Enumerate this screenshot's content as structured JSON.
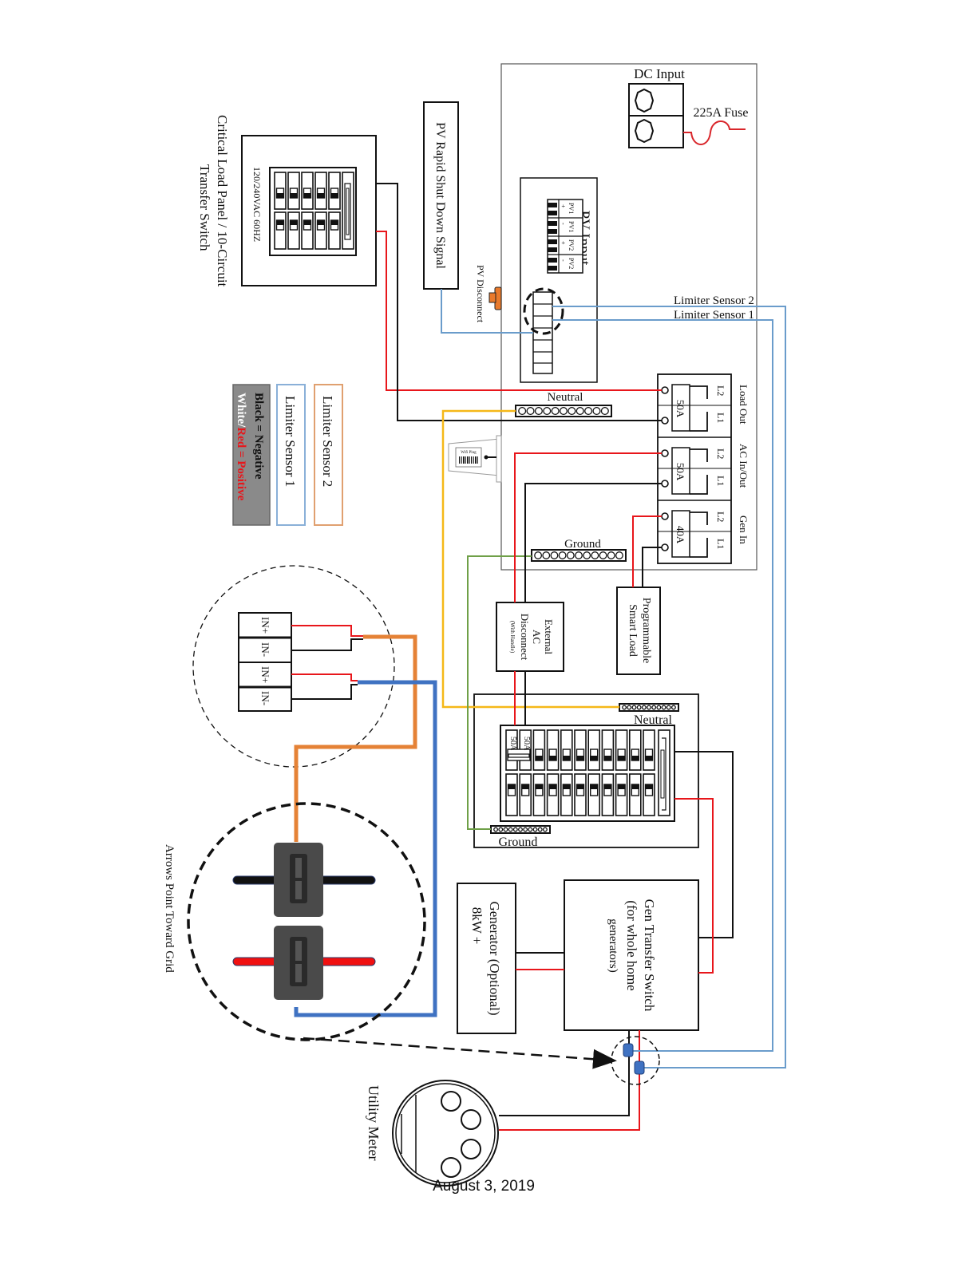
{
  "diagram": {
    "type": "wiring-diagram",
    "date": "August 3, 2019",
    "colors": {
      "positive_wire": "#e8161b",
      "negative_wire": "#111111",
      "neutral_wire": "#f5b818",
      "ground_wire": "#6fa048",
      "limiter_sensor_1": "#6a9ccb",
      "limiter_sensor_2": "#6a9ccb",
      "ct_orange": "#e58236",
      "ct_blue": "#3f72c2",
      "fuse": "#d9262b",
      "pv_disconnect": "#e97a2c",
      "legend_bg": "#8a8a8a"
    },
    "inverter": {
      "dc_input_label": "DC Input",
      "fuse_label": "225A Fuse",
      "pv_input_label": "PV Input",
      "pv_terminals": [
        {
          "name": "PV1",
          "polarity": "+"
        },
        {
          "name": "PV1",
          "polarity": "-"
        },
        {
          "name": "PV2",
          "polarity": "+"
        },
        {
          "name": "PV2",
          "polarity": "-"
        }
      ],
      "pv_disconnect_label": "PV Disconnect",
      "neutral_label": "Neutral",
      "ground_label": "Ground",
      "breakers": [
        {
          "group": "Load Out",
          "rating": "50A",
          "lines": [
            "L2",
            "L1"
          ]
        },
        {
          "group": "AC In/Out",
          "rating": "50A",
          "lines": [
            "L2",
            "L1"
          ]
        },
        {
          "group": "Gen In",
          "rating": "40A",
          "lines": [
            "L2",
            "L1"
          ]
        }
      ],
      "wifi_plug_label": "Wifi Plug"
    },
    "sensor_labels": {
      "sensor_2": "Limiter Sensor 2",
      "sensor_1": "Limiter Sensor 1"
    },
    "pv_rapid_shutdown": "PV Rapid Shut Down Signal",
    "critical_panel": {
      "title_line1": "Critical Load Panel / 10-Circuit",
      "title_line2": "Transfer Switch",
      "rating": "120/240VAC 60HZ"
    },
    "legend": {
      "limiter_sensor_2": "Limiter Sensor 2",
      "limiter_sensor_1": "Limiter Sensor 1",
      "black_negative": "Black = Negative",
      "white_part": "White/",
      "red_part": "Red",
      "positive_part": " = Positive"
    },
    "ct_terminal_block": {
      "terminals": [
        "IN+",
        "IN-",
        "IN+",
        "IN-"
      ]
    },
    "main_panel": {
      "neutral_label": "Neutral",
      "ground_label": "Ground",
      "main_breaker_ratings": [
        "50A",
        "50A"
      ]
    },
    "external_ac_disconnect": {
      "line1": "External",
      "line2": "AC",
      "line3": "Disconnect",
      "line4": "(With Handle)"
    },
    "smart_load": {
      "line1": "Programmable",
      "line2": "Smart Load"
    },
    "gen_transfer_switch": {
      "line1": "Gen Transfer Switch",
      "line2": "(for whole home",
      "line3": "generators)"
    },
    "generator": {
      "line1": "Generator (Optional)",
      "line2": "8kW +"
    },
    "ct_note": "Arrows Point Toward Grid",
    "utility_meter": "Utility Meter"
  }
}
